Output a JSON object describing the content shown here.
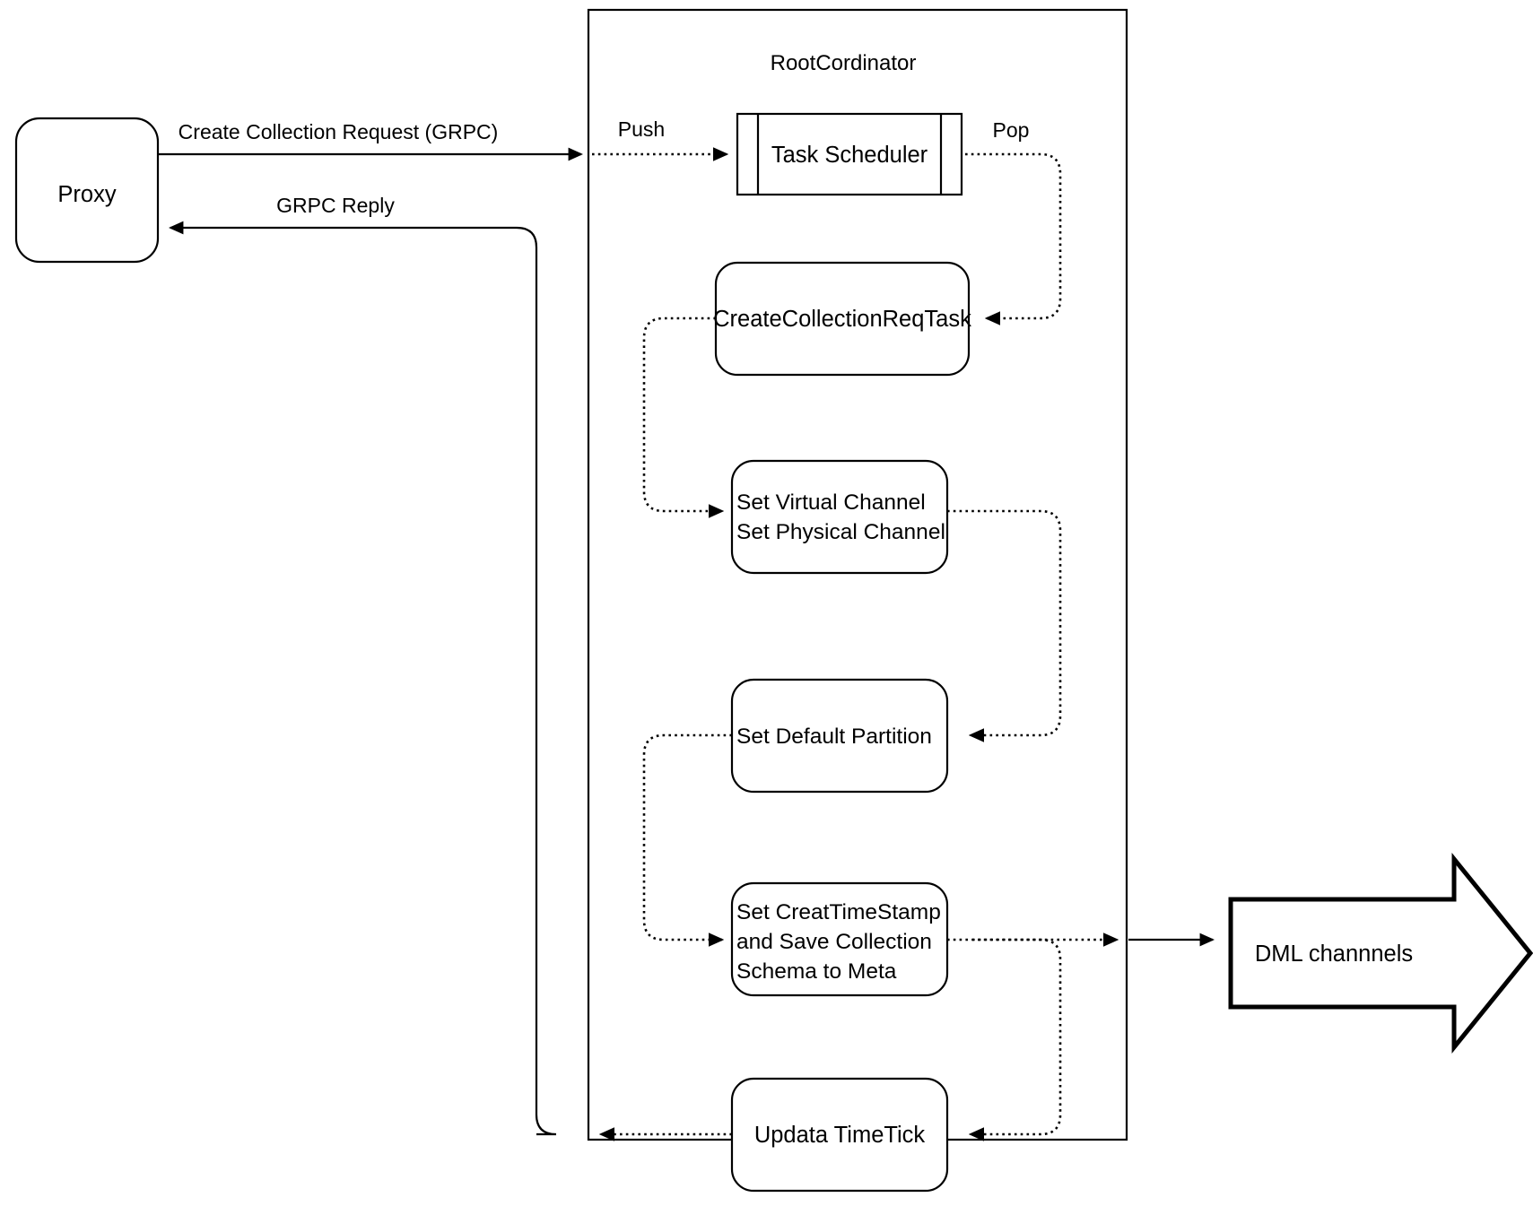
{
  "diagram": {
    "title_visible": "RootCordinator",
    "colors": {
      "stroke": "#000000",
      "fill": "#ffffff",
      "text": "#000000"
    },
    "container": {
      "label": "RootCordinator"
    },
    "nodes": {
      "proxy": {
        "label": "Proxy"
      },
      "task_scheduler": {
        "label": "Task Scheduler"
      },
      "create_collection_req_task": {
        "label": "CreateCollectionReqTask"
      },
      "set_channel": {
        "line1": "Set Virtual Channel",
        "line2": "Set Physical Channel"
      },
      "set_default_partition": {
        "label": "Set Default Partition"
      },
      "set_timestamp_save_meta": {
        "line1": "Set CreatTimeStamp",
        "line2": "and Save Collection",
        "line3": "Schema to Meta"
      },
      "update_timetick": {
        "label": "Updata TimeTick"
      },
      "dml_channels": {
        "label": "DML channnels"
      }
    },
    "edges": {
      "request": {
        "label": "Create Collection Request (GRPC)"
      },
      "reply": {
        "label": "GRPC Reply"
      },
      "push": {
        "label": "Push"
      },
      "pop": {
        "label": "Pop"
      }
    }
  }
}
